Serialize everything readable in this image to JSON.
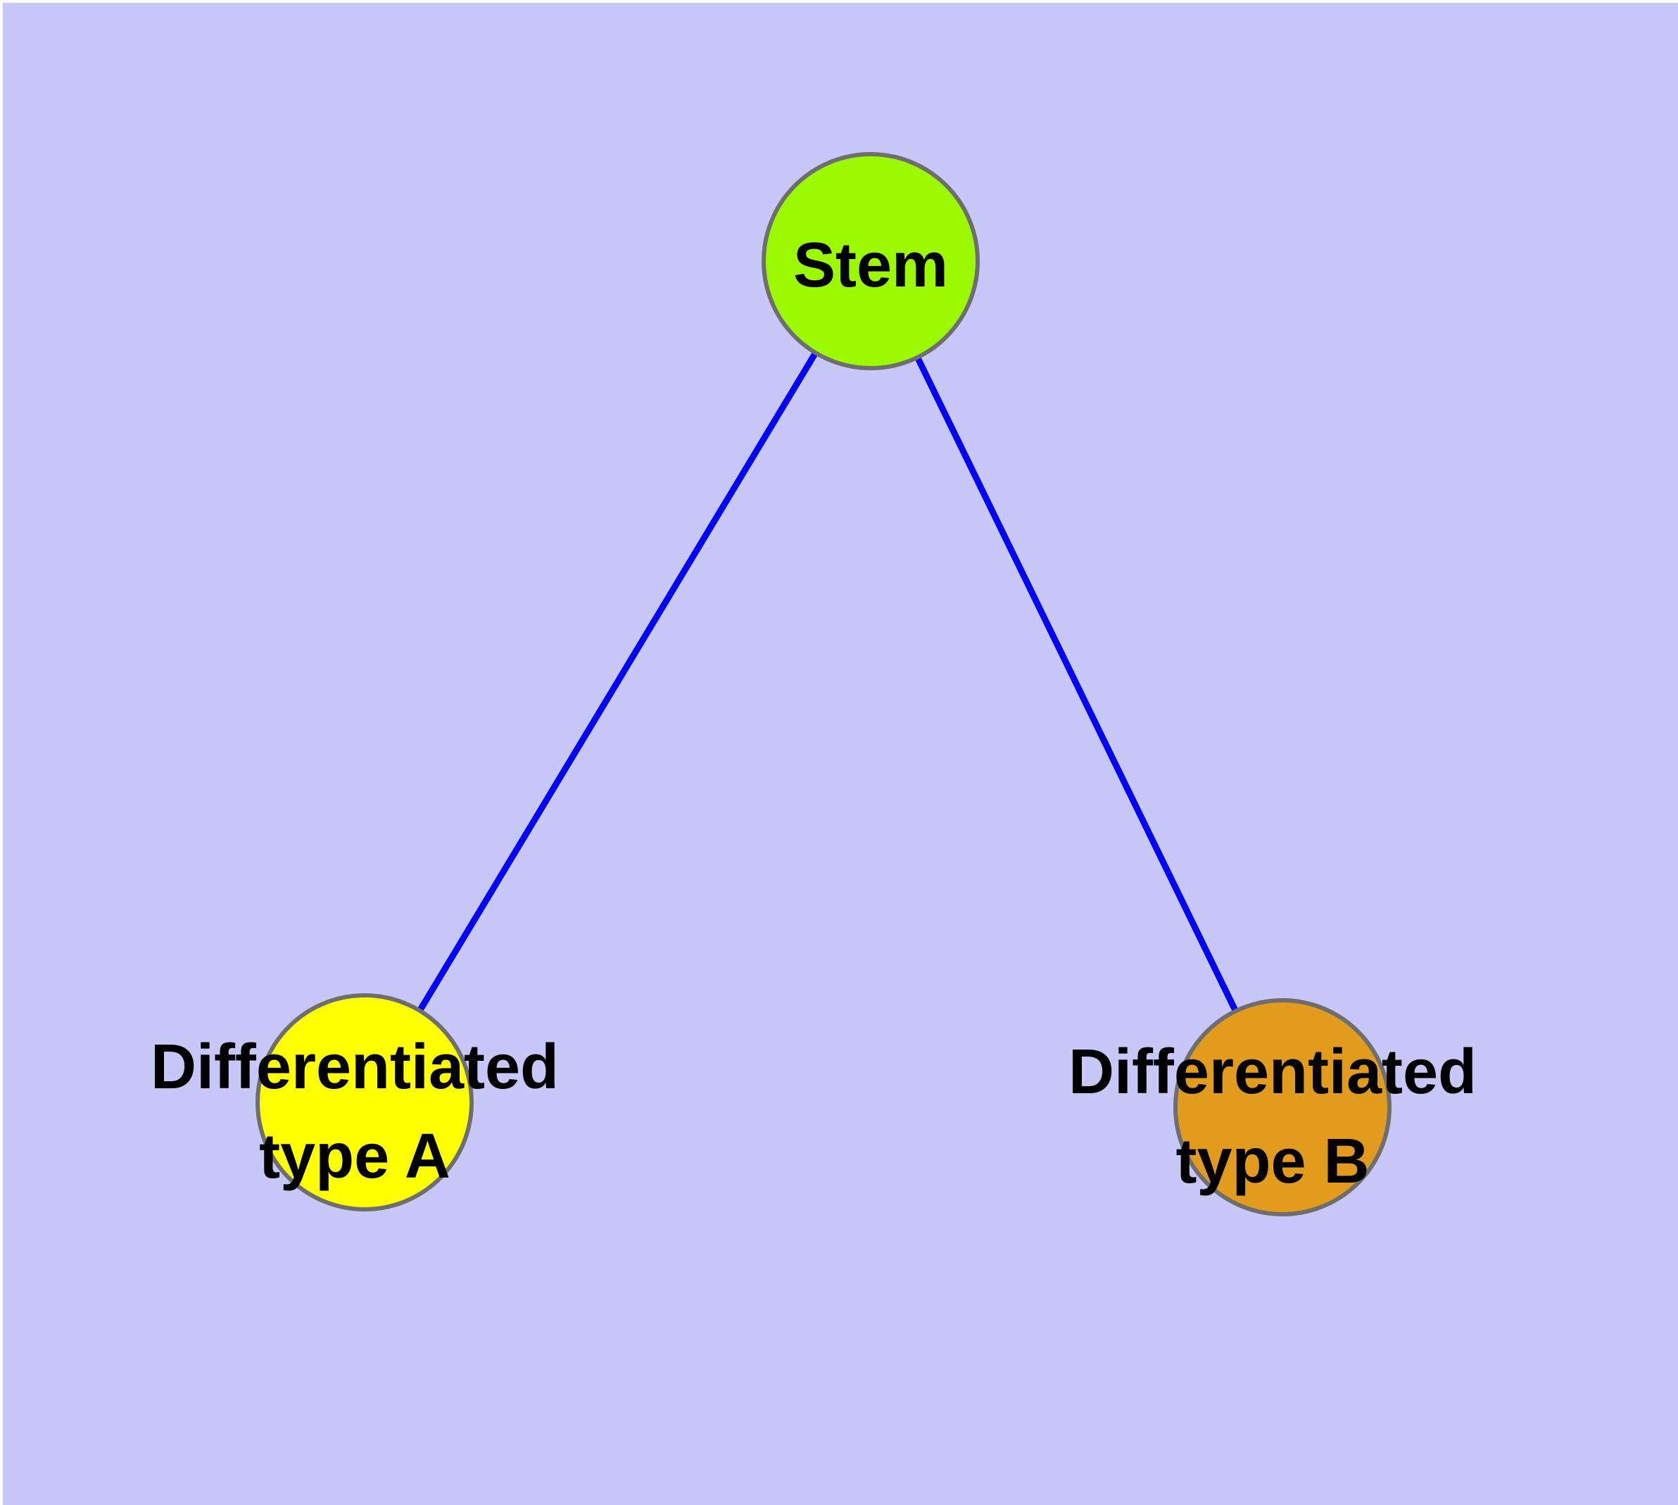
{
  "diagram": {
    "kind": "node-edge graph",
    "page_background": "#ffffff",
    "canvas_background": "#c8c8f8",
    "edge_color": "#0000ff",
    "node_border_color": "#6e6e6e",
    "label_color": "#000000",
    "nodes": [
      {
        "id": "stem",
        "label": "Stem",
        "fill": "#9bfa00"
      },
      {
        "id": "differentiated-type-a",
        "label_line1": "Differentiated",
        "label_line2": "type A",
        "fill": "#ffff00"
      },
      {
        "id": "differentiated-type-b",
        "label_line1": "Differentiated",
        "label_line2": "type B",
        "fill": "#e39b1e"
      }
    ],
    "edges": [
      {
        "from": "Stem",
        "to": "Differentiated type A"
      },
      {
        "from": "Stem",
        "to": "Differentiated type B"
      }
    ]
  }
}
